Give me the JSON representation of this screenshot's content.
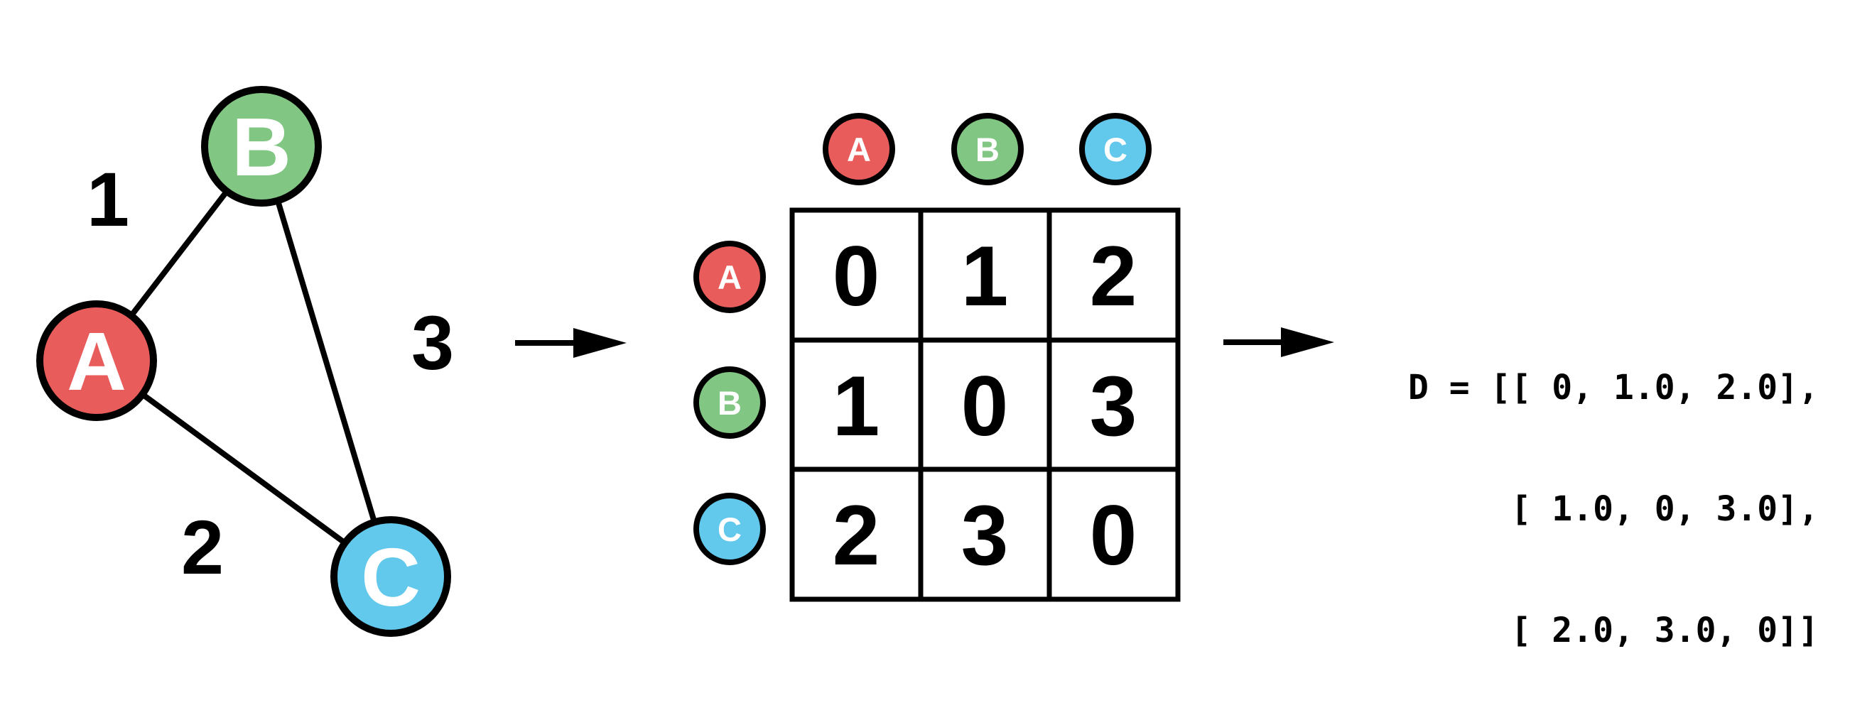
{
  "colors": {
    "node_a": "#e85c5c",
    "node_b": "#82c684",
    "node_c": "#63c9ec",
    "ink": "#000000",
    "paper": "#ffffff"
  },
  "graph": {
    "nodes": [
      {
        "id": "A",
        "label": "A",
        "color": "#e85c5c"
      },
      {
        "id": "B",
        "label": "B",
        "color": "#82c684"
      },
      {
        "id": "C",
        "label": "C",
        "color": "#63c9ec"
      }
    ],
    "edges": [
      {
        "endpoints": "A-B",
        "weight": "1"
      },
      {
        "endpoints": "A-C",
        "weight": "2"
      },
      {
        "endpoints": "B-C",
        "weight": "3"
      }
    ]
  },
  "matrix": {
    "column_headers": [
      "A",
      "B",
      "C"
    ],
    "row_headers": [
      "A",
      "B",
      "C"
    ],
    "values": [
      [
        "0",
        "1",
        "2"
      ],
      [
        "1",
        "0",
        "3"
      ],
      [
        "2",
        "3",
        "0"
      ]
    ]
  },
  "code": {
    "lines": [
      "D = [[ 0, 1.0, 2.0],",
      "     [ 1.0, 0, 3.0],",
      "     [ 2.0, 3.0, 0]]"
    ]
  }
}
